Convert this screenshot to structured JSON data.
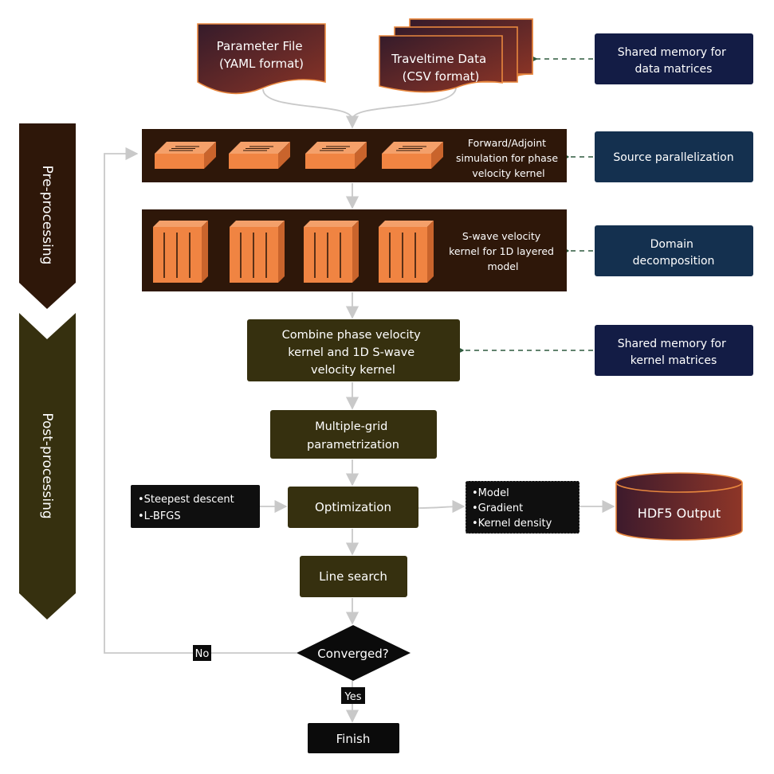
{
  "inputs": {
    "parameter_file": [
      "Parameter File",
      "(YAML format)"
    ],
    "traveltime_data": [
      "Traveltime Data",
      "(CSV format)"
    ]
  },
  "side_notes": {
    "shared_memory_data": [
      "Shared memory for",
      "data matrices"
    ],
    "source_parallelization": [
      "Source parallelization"
    ],
    "domain_decomposition": [
      "Domain",
      "decomposition"
    ],
    "shared_memory_kernel": [
      "Shared memory for",
      "kernel matrices"
    ]
  },
  "stages": {
    "pre_processing": "Pre-processing",
    "post_processing": "Post-processing"
  },
  "steps": {
    "forward_adjoint": [
      "Forward/Adjoint",
      "simulation for phase",
      "velocity kernel"
    ],
    "s_wave_kernel": [
      "S-wave velocity",
      "kernel for 1D layered",
      "model"
    ],
    "combine": [
      "Combine phase velocity",
      "kernel and 1D S-wave",
      "velocity kernel"
    ],
    "multigrid": [
      "Multiple-grid",
      "parametrization"
    ],
    "optimization": [
      "Optimization"
    ],
    "line_search": [
      "Line search"
    ],
    "converged": [
      "Converged?"
    ],
    "finish": [
      "Finish"
    ]
  },
  "optimizer_methods": [
    "•Steepest descent",
    "•L-BFGS"
  ],
  "outputs_list": [
    "•Model",
    "•Gradient",
    "•Kernel density"
  ],
  "hdf5_output": [
    "HDF5 Output"
  ],
  "edge_labels": {
    "no": "No",
    "yes": "Yes"
  },
  "colors": {
    "dark_brown": "#2e1709",
    "olive": "#36300f",
    "navy": "#131c45",
    "steel_blue": "#14304f",
    "orange": "#f08442",
    "orange_border": "#e8873e",
    "black": "#0b0b0b",
    "connector": "#c9c9c9",
    "dash_arrow": "#2e5a3e",
    "maroon_grad_start": "#3b1a2b",
    "maroon_grad_end": "#8e3628"
  }
}
